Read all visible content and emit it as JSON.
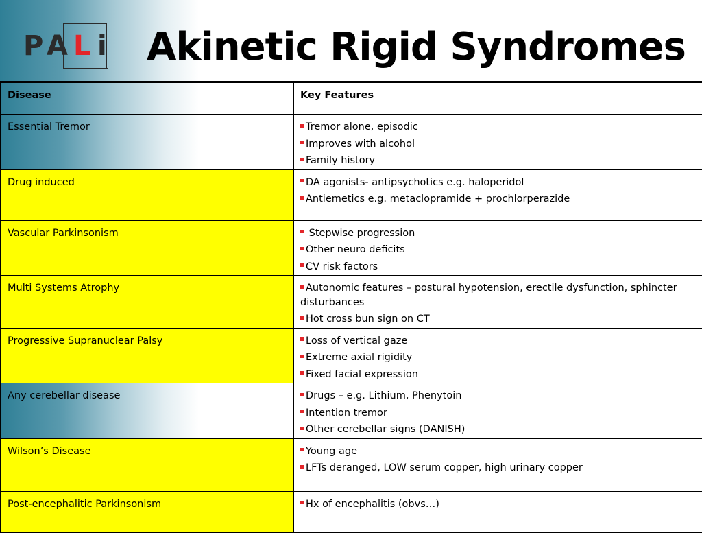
{
  "slide": {
    "title": "Akinetic Rigid Syndromes",
    "logo": {
      "letters": [
        "P",
        "A",
        "L",
        "i"
      ],
      "accent_color": "#e3262a"
    }
  },
  "table": {
    "headers": [
      "Disease",
      "Key Features"
    ],
    "rows": [
      {
        "disease": "Essential Tremor",
        "highlight": "none",
        "features": [
          "Tremor alone, episodic",
          "Improves with alcohol",
          "Family history"
        ]
      },
      {
        "disease": "Drug induced",
        "highlight": "yellow",
        "features": [
          "DA agonists- antipsychotics e.g. haloperidol",
          "Antiemetics e.g. metaclopramide + prochlorperazide"
        ]
      },
      {
        "disease": "Vascular Parkinsonism",
        "highlight": "yellow",
        "features": [
          " Stepwise progression",
          "Other neuro deficits",
          "CV risk factors"
        ]
      },
      {
        "disease": "Multi Systems Atrophy",
        "highlight": "yellow",
        "features": [
          "Autonomic features – postural hypotension, erectile dysfunction, sphincter disturbances",
          "Hot cross bun sign on CT"
        ]
      },
      {
        "disease": "Progressive Supranuclear Palsy",
        "highlight": "yellow",
        "features": [
          "Loss of vertical gaze",
          "Extreme axial rigidity",
          "Fixed facial expression"
        ]
      },
      {
        "disease": "Any cerebellar disease",
        "highlight": "none",
        "features": [
          "Drugs – e.g. Lithium, Phenytoin",
          "Intention tremor",
          "Other cerebellar signs (DANISH)"
        ]
      },
      {
        "disease": "Wilson’s Disease",
        "highlight": "yellow",
        "features": [
          "Young age",
          "LFTs deranged, LOW serum copper, high urinary copper"
        ]
      },
      {
        "disease": "Post-encephalitic Parkinsonism",
        "highlight": "yellow",
        "features": [
          "Hx of encephalitis (obvs…)"
        ]
      }
    ]
  },
  "colors": {
    "highlight": "#ffff00",
    "bullet": "#e3262a",
    "gradient_left": "#2f7f96"
  }
}
